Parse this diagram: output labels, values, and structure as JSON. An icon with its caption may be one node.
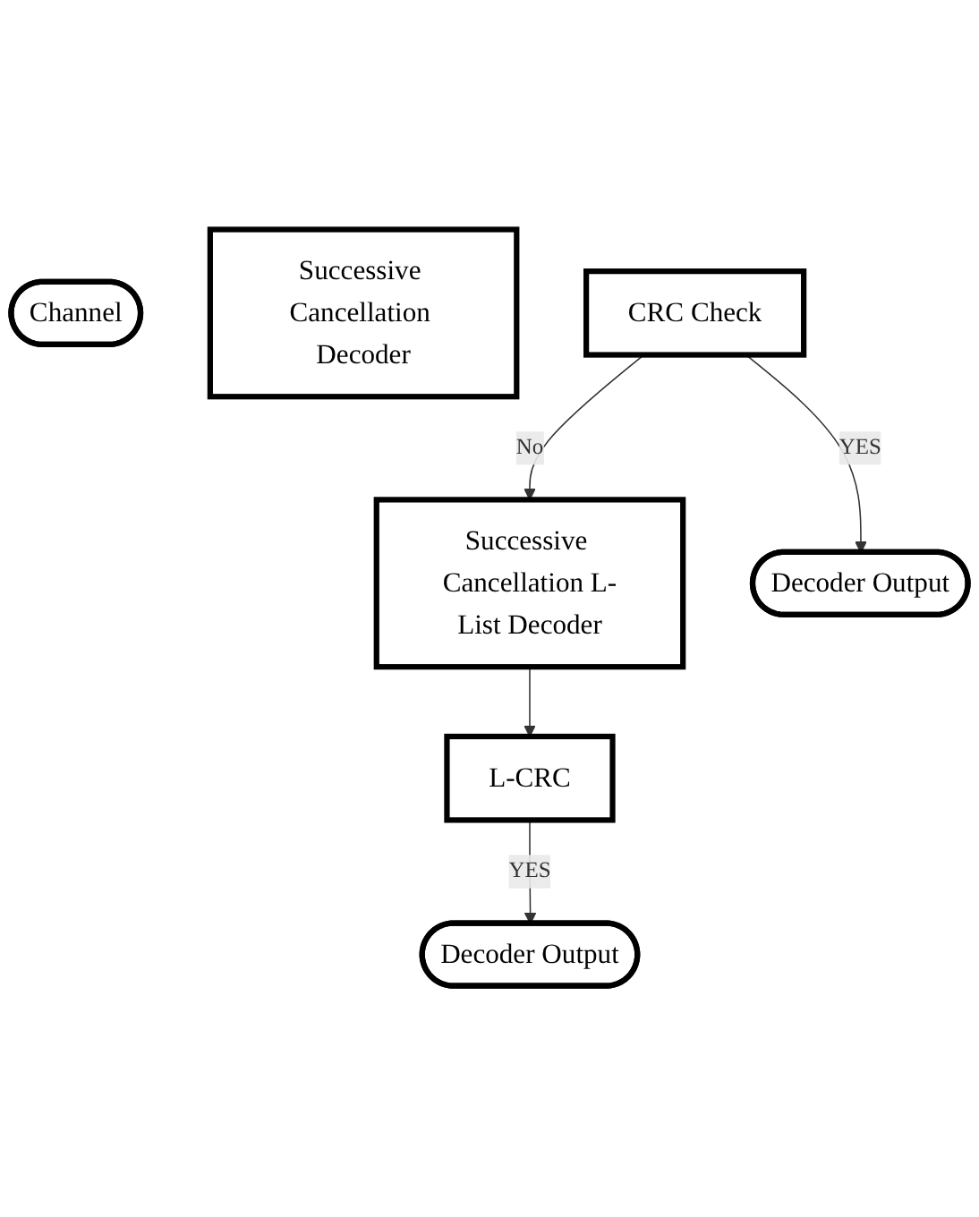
{
  "diagram": {
    "nodes": [
      {
        "text": [
          "Channel"
        ]
      },
      {
        "text": [
          "Successive Cancellation Decoder"
        ]
      },
      {
        "text": [
          "CRC Check"
        ]
      },
      {
        "text": [
          "Successive Cancellation L-List Decoder"
        ]
      },
      {
        "text": [
          "Decoder Output"
        ]
      },
      {
        "text": [
          "L-CRC"
        ]
      },
      {
        "text": [
          "Decoder Output"
        ]
      }
    ],
    "edges": [
      {
        "from": 2,
        "to": 3,
        "arrow": "to",
        "label": "No"
      },
      {
        "from": 2,
        "to": 4,
        "arrow": "to",
        "label": "YES"
      },
      {
        "from": 3,
        "to": 5,
        "arrow": "to"
      },
      {
        "from": 5,
        "to": 6,
        "arrow": "to",
        "label": "YES"
      }
    ]
  }
}
